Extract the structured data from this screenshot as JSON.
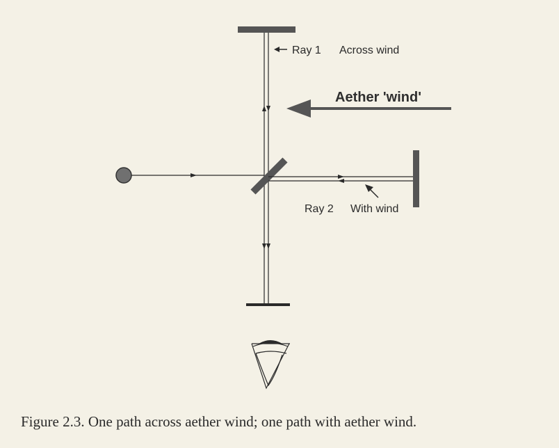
{
  "labels": {
    "ray1": "Ray 1",
    "ray1_desc": "Across wind",
    "aether_wind": "Aether 'wind'",
    "ray2": "Ray 2",
    "ray2_desc": "With wind"
  },
  "caption": "Figure 2.3. One path across aether wind; one path with aether wind.",
  "colors": {
    "ink": "#2a2a2a",
    "component": "#555555",
    "background": "#f4f1e6"
  }
}
